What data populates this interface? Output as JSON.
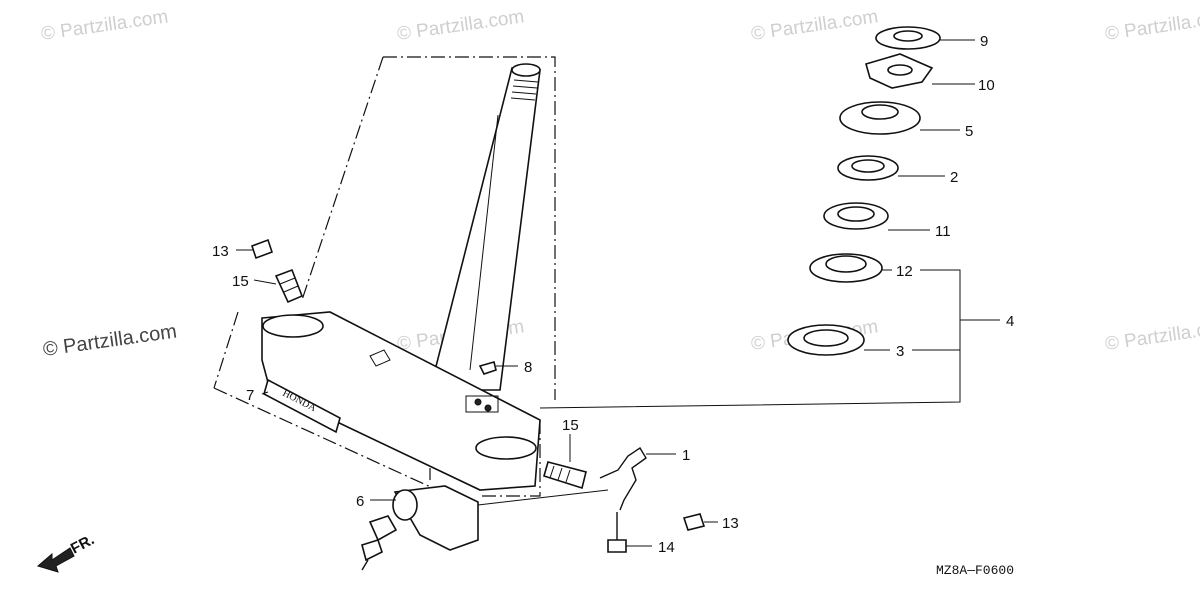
{
  "watermark": {
    "text": "© Partzilla.com"
  },
  "diagram_code": "MZ8A—F0600",
  "direction_label": "FR.",
  "callouts": {
    "c1": "1",
    "c2": "2",
    "c3": "3",
    "c4": "4",
    "c5": "5",
    "c6": "6",
    "c7": "7",
    "c8": "8",
    "c9": "9",
    "c10": "10",
    "c11": "11",
    "c12": "12",
    "c13a": "13",
    "c13b": "13",
    "c14": "14",
    "c15a": "15",
    "c15b": "15"
  },
  "emblem_text": "HONDA"
}
